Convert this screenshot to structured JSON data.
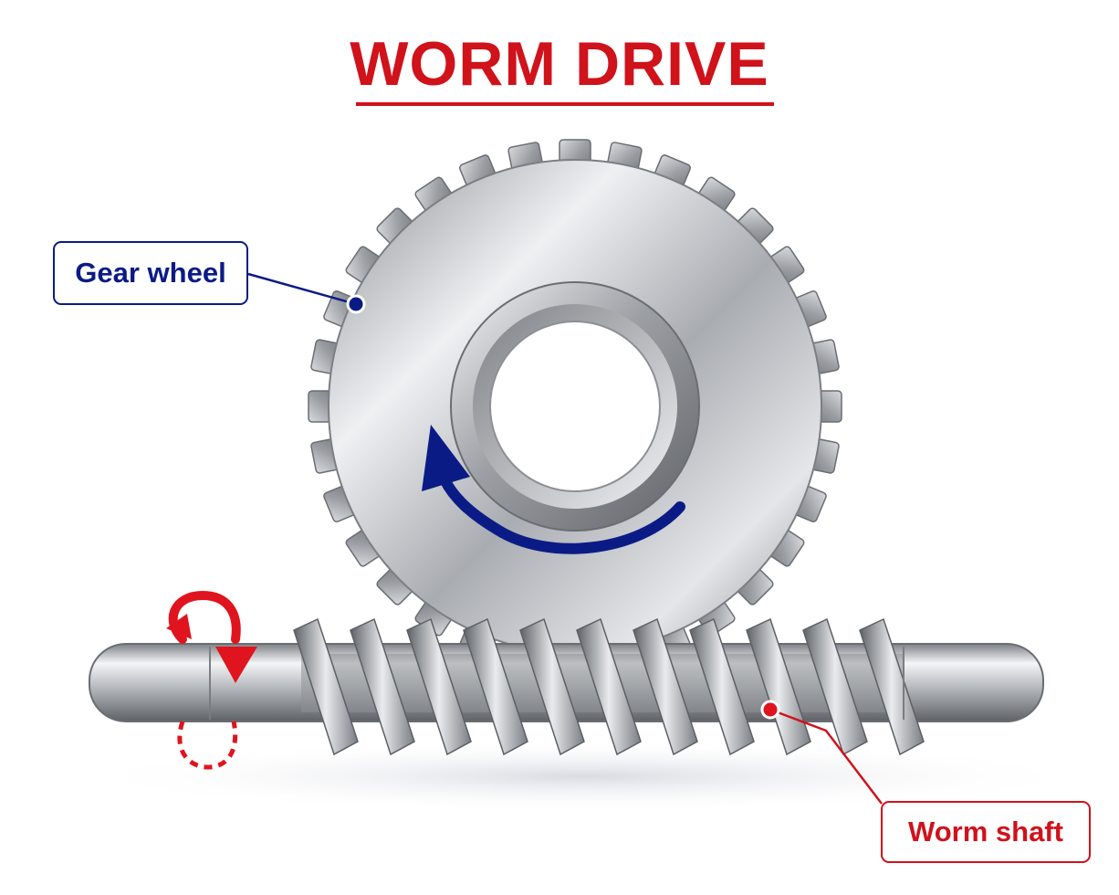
{
  "title": "WORM DRIVE",
  "labels": {
    "gear_wheel": "Gear wheel",
    "worm_shaft": "Worm shaft"
  },
  "colors": {
    "title": "#d0121b",
    "gear_label": "#0b1b86",
    "worm_label": "#d0121b",
    "rotation_arrow_gear": "#0b1b86",
    "rotation_arrow_shaft": "#e0141e",
    "metal_light": "#f2f3f5",
    "metal_dark": "#6e7176"
  },
  "icons": {
    "gear_rotation": "curved-arrow-counterclockwise-icon",
    "shaft_rotation": "circular-arrow-icon"
  }
}
